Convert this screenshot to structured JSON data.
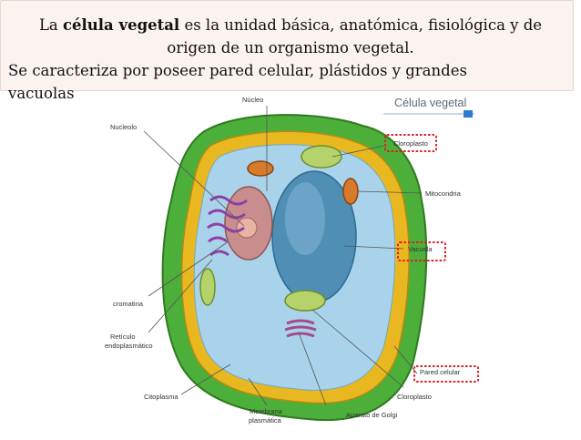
{
  "intro": {
    "line1_a": "La ",
    "line1_bold": "célula vegetal",
    "line1_b": " es la unidad básica, anatómica, fisiológica y de",
    "line1_c": "origen de un organismo vegetal.",
    "line2": "Se caracteriza por poseer pared celular, plástidos y grandes",
    "line3": "vacuolas"
  },
  "figure": {
    "title": "Célula vegetal",
    "labels": {
      "nucleo": "Núcleo",
      "nucleolo": "Nucleolo",
      "cloroplasto": "Cloroplasto",
      "mitocondria": "Mitocondria",
      "vacuola": "Vacuola",
      "cromatina": "cromatina",
      "reticulo_1": "Retículo",
      "reticulo_2": "endoplasmático",
      "pared": "Pared celular",
      "citoplasma": "Citoplasma",
      "membrana_1": "Membrana",
      "membrana_2": "plasmática",
      "golgi": "Aparato de Golgi",
      "cloroplasto_2": "Cloroplasto"
    },
    "colors": {
      "highlight_box": "#e02020",
      "title_bar": "#2b7bd0",
      "cell_wall": "#4caf3a",
      "membrane": "#e9b820",
      "cytoplasm": "#a9d3ea",
      "vacuole": "#4f8fb5",
      "nucleus": "#c98d8d"
    }
  }
}
